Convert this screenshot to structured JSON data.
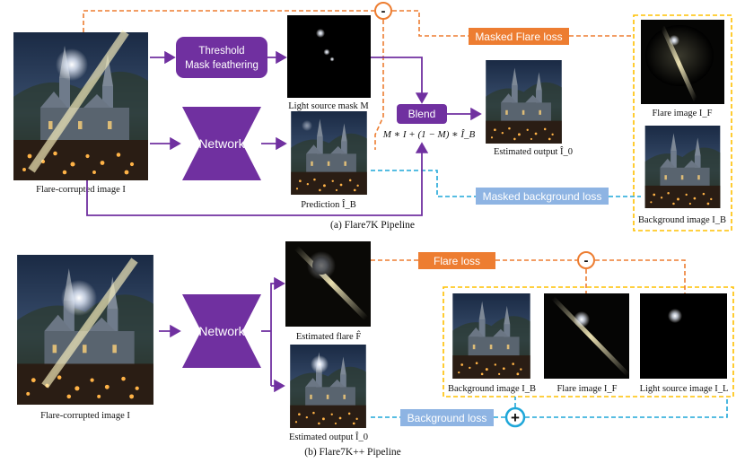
{
  "part_a": {
    "input_caption": "Flare-corrupted image I",
    "threshold_box": [
      "Threshold",
      "Mask feathering"
    ],
    "network_label": "Network",
    "light_mask_caption": "Light source mask M",
    "prediction_caption": "Prediction Î_B",
    "blend_label": "Blend",
    "blend_formula": "M ∗ I + (1 − M) ∗ Î_B",
    "estimated_output_caption": "Estimated output Î_0",
    "masked_flare_loss": "Masked Flare loss",
    "masked_background_loss": "Masked background loss",
    "flare_image_caption": "Flare image I_F",
    "background_image_caption": "Background image I_B",
    "minus_symbol": "-",
    "section_title": "(a) Flare7K Pipeline"
  },
  "part_b": {
    "input_caption": "Flare-corrupted image I",
    "network_label": "Network",
    "estimated_flare_caption": "Estimated flare F̂",
    "estimated_output_caption": "Estimated output Î_0",
    "flare_loss": "Flare loss",
    "background_loss": "Background loss",
    "background_image_caption": "Background image I_B",
    "flare_image_caption": "Flare image I_F",
    "light_source_caption": "Light source image I_L",
    "minus_symbol": "-",
    "plus_symbol": "+",
    "section_title": "(b) Flare7K++ Pipeline"
  },
  "colors": {
    "purple": "#7030a0",
    "orange": "#ed7d31",
    "blue": "#1fa7d9",
    "blue_box": "#8eb4e3",
    "gold": "#ffc000"
  }
}
